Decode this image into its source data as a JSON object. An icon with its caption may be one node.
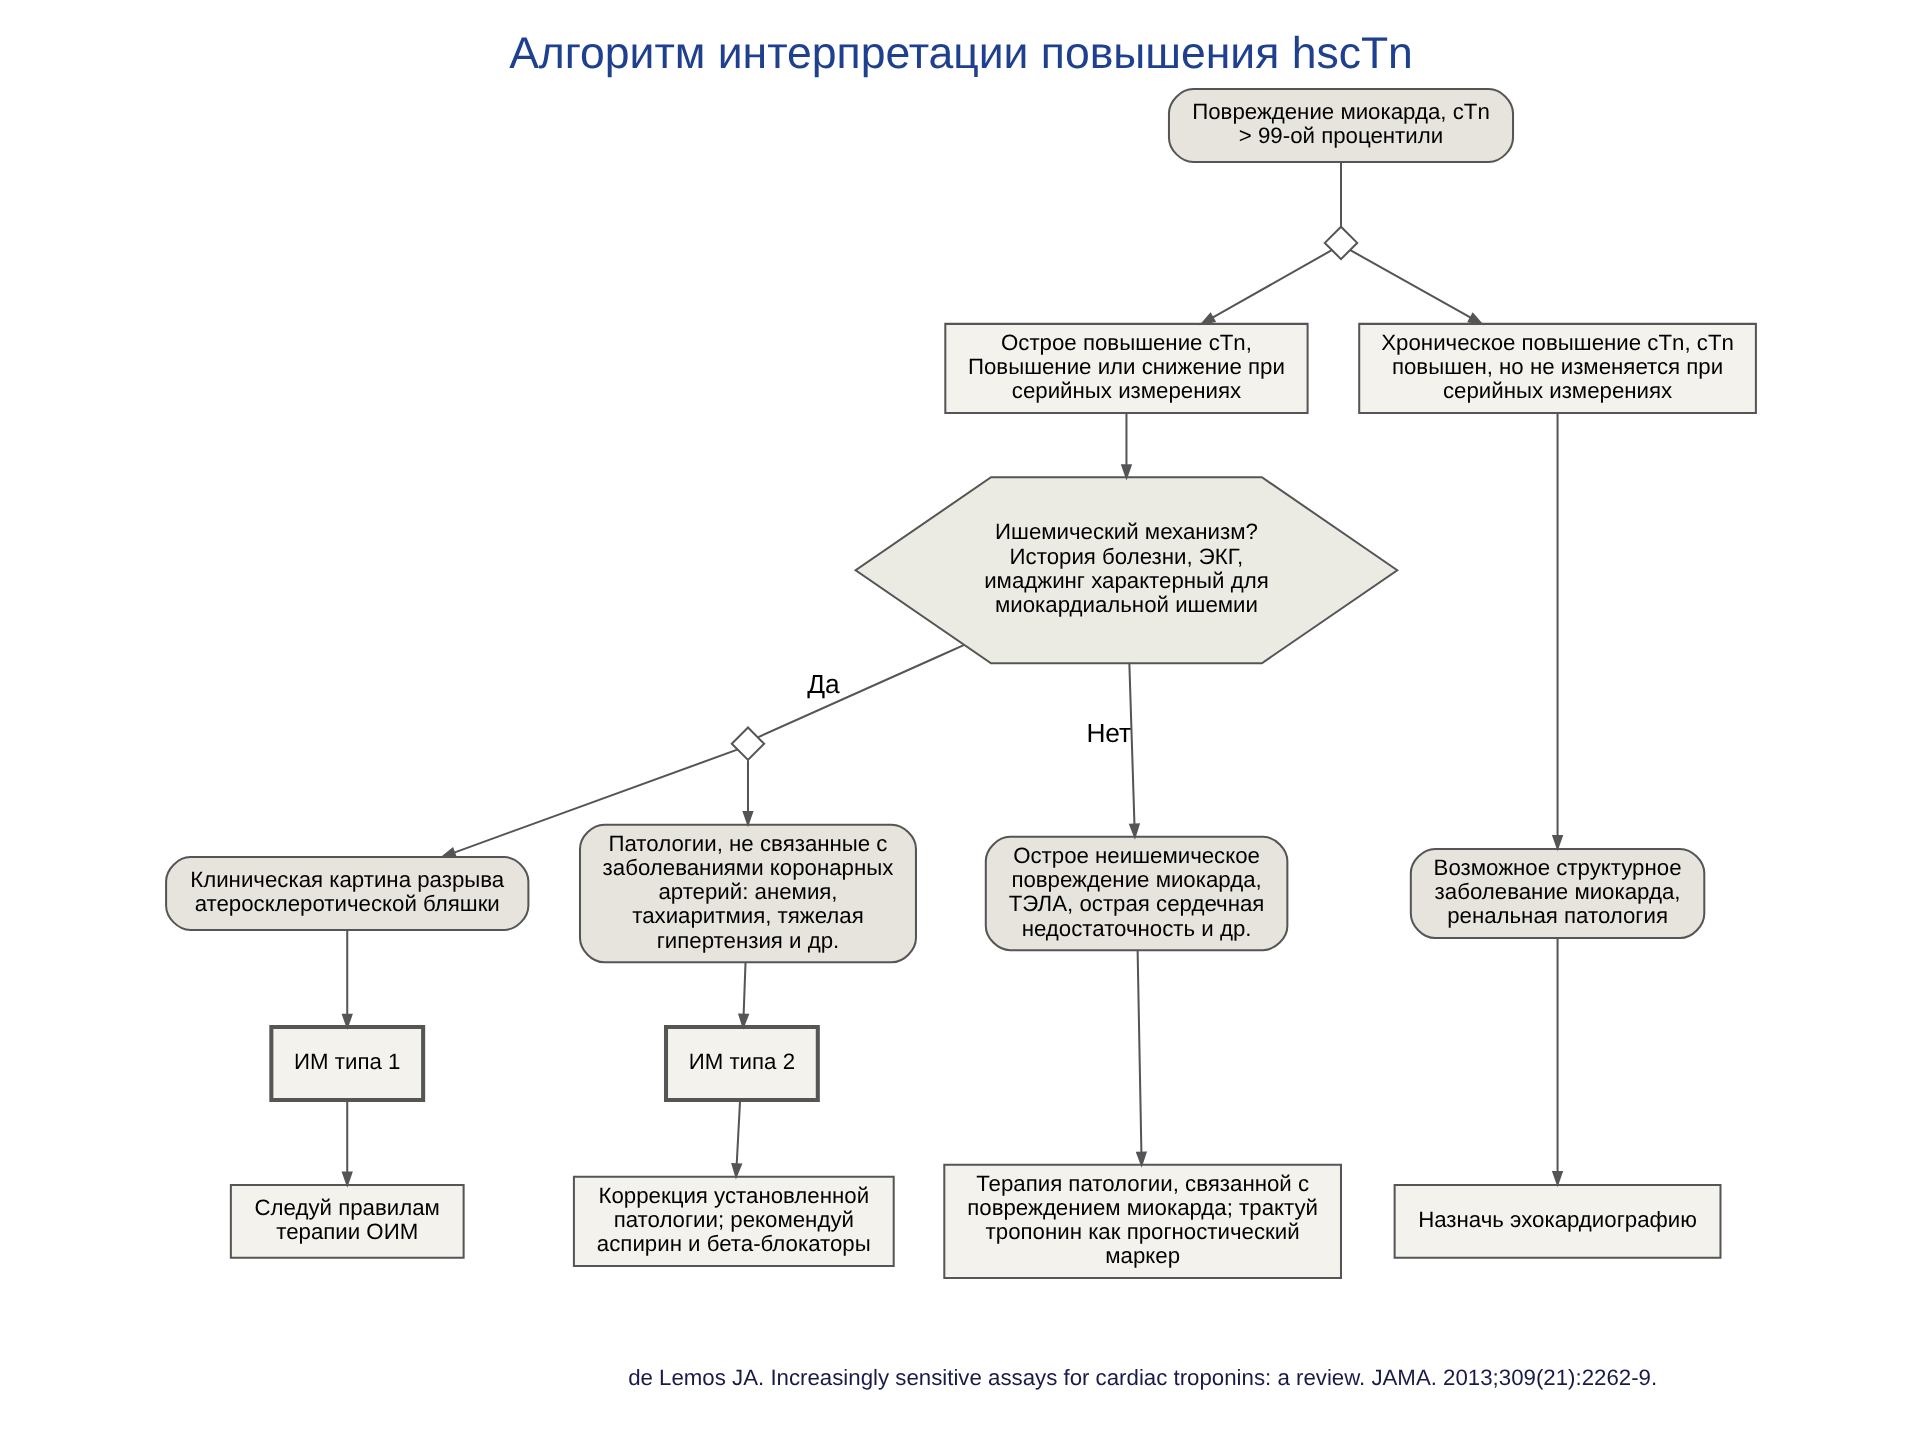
{
  "diagram": {
    "title": "Алгоритм интерпретации повышения hscTn",
    "caption": "de Lemos JA. Increasingly sensitive assays for cardiac troponins: a review. JAMA. 2013;309(21):2262-9.",
    "nodes": [
      {
        "text": [
          "Повреждение миокарда, cTn > 99-ой процентили"
        ]
      },
      {
        "text": [],
        "shape": "diamond"
      },
      {
        "text": [
          "Острое повышение cTn, Повышение или снижение при серийных измерениях"
        ]
      },
      {
        "text": [
          "Хроническое повышение cTn, cTn повышен, но не изменяется при серийных измерениях"
        ]
      },
      {
        "text": [
          "Ишемический механизм? История болезни, ЭКГ, имаджинг характерный для миокардиальной ишемии"
        ]
      },
      {
        "text": [],
        "shape": "diamond"
      },
      {
        "text": [
          "Клиническая картина разрыва атеросклеротической бляшки"
        ]
      },
      {
        "text": [
          "Патологии, не связанные с заболеваниями коронарных артерий: анемия, тахиаритмия, тяжелая гипертензия и др."
        ]
      },
      {
        "text": [
          "Острое неишемическое повреждение миокарда, ТЭЛА, острая сердечная недостаточность и др."
        ]
      },
      {
        "text": [
          "Возможное структурное заболевание миокарда, ренальная патология"
        ]
      },
      {
        "text": [
          "ИМ типа 1"
        ]
      },
      {
        "text": [
          "ИМ типа 2"
        ]
      },
      {
        "text": [
          "Следуй правилам терапии ОИМ"
        ]
      },
      {
        "text": [
          "Коррекция установленной патологии; рекомендуй аспирин и бета-блокаторы"
        ]
      },
      {
        "text": [
          "Терапия патологии, связанной с повреждением миокарда; трактуй тропонин как прогностический маркер"
        ]
      },
      {
        "text": [
          "Назначь эхокардиографию"
        ]
      }
    ],
    "edges": [
      {
        "from": 0,
        "to": 1,
        "arrow": "none"
      },
      {
        "from": 1,
        "to": 2,
        "arrow": "to"
      },
      {
        "from": 1,
        "to": 3,
        "arrow": "to"
      },
      {
        "from": 2,
        "to": 4,
        "arrow": "to"
      },
      {
        "from": 4,
        "to": 5,
        "arrow": "none",
        "label": "Да"
      },
      {
        "from": 4,
        "to": 8,
        "arrow": "to",
        "label": "Нет"
      },
      {
        "from": 3,
        "to": 9,
        "arrow": "to"
      },
      {
        "from": 5,
        "to": 6,
        "arrow": "to"
      },
      {
        "from": 5,
        "to": 7,
        "arrow": "to"
      },
      {
        "from": 6,
        "to": 10,
        "arrow": "to"
      },
      {
        "from": 7,
        "to": 11,
        "arrow": "to"
      },
      {
        "from": 10,
        "to": 12,
        "arrow": "to"
      },
      {
        "from": 11,
        "to": 13,
        "arrow": "to"
      },
      {
        "from": 8,
        "to": 14,
        "arrow": "to"
      },
      {
        "from": 9,
        "to": 15,
        "arrow": "to"
      }
    ]
  }
}
